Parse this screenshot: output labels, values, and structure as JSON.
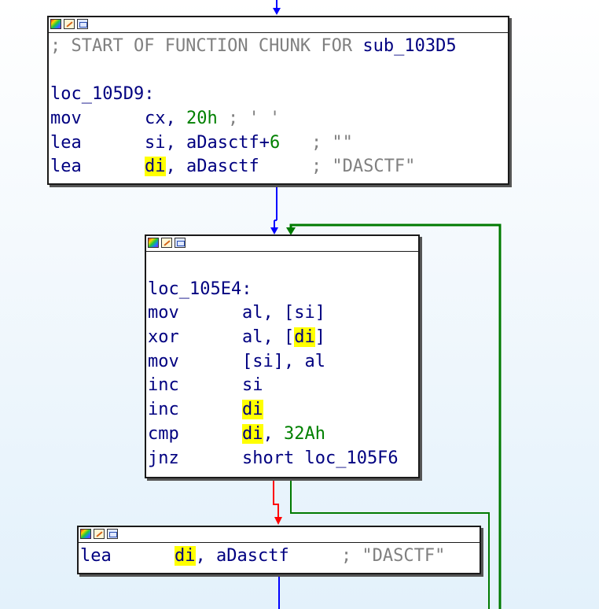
{
  "colors": {
    "background_top": "#ffffff",
    "background_bottom": "#e3f1fb",
    "code_text": "#000080",
    "comment": "#808080",
    "number": "#008000",
    "highlight": "#ffff00",
    "edge_normal": "#0000ff",
    "edge_taken": "#007a00",
    "edge_not_taken": "#ff0000"
  },
  "header_icons": [
    "color-palette-icon",
    "edit-node-icon",
    "graph-view-icon"
  ],
  "blocks": {
    "block1": {
      "comment": "; START OF FUNCTION CHUNK FOR ",
      "comment_ref": "sub_103D5",
      "label": "loc_105D9:",
      "l1": {
        "mnem": "mov",
        "op1": "cx, ",
        "num": "20h",
        "cmt": " ; ' '"
      },
      "l2": {
        "mnem": "lea",
        "op1": "si, aDasctf+",
        "num": "6",
        "cmt": "   ; \"\""
      },
      "l3": {
        "mnem": "lea",
        "hl": "di",
        "rest": ", aDasctf     ",
        "cmt": "; \"DASCTF\""
      }
    },
    "block2": {
      "label": "loc_105E4:",
      "l1": {
        "mnem": "mov",
        "ops": "al, [si]"
      },
      "l2": {
        "mnem": "xor",
        "pre": "al, [",
        "hl": "di",
        "post": "]"
      },
      "l3": {
        "mnem": "mov",
        "ops": "[si], al"
      },
      "l4": {
        "mnem": "inc",
        "ops": "si"
      },
      "l5": {
        "mnem": "inc",
        "hl": "di"
      },
      "l6": {
        "mnem": "cmp",
        "hl": "di",
        "pre": ", ",
        "num": "32Ah"
      },
      "l7": {
        "mnem": "jnz",
        "ops": "short loc_105F6"
      }
    },
    "block3": {
      "l1": {
        "mnem": "lea",
        "hl": "di",
        "rest": ", aDasctf     ",
        "cmt": "; \"DASCTF\""
      }
    }
  }
}
